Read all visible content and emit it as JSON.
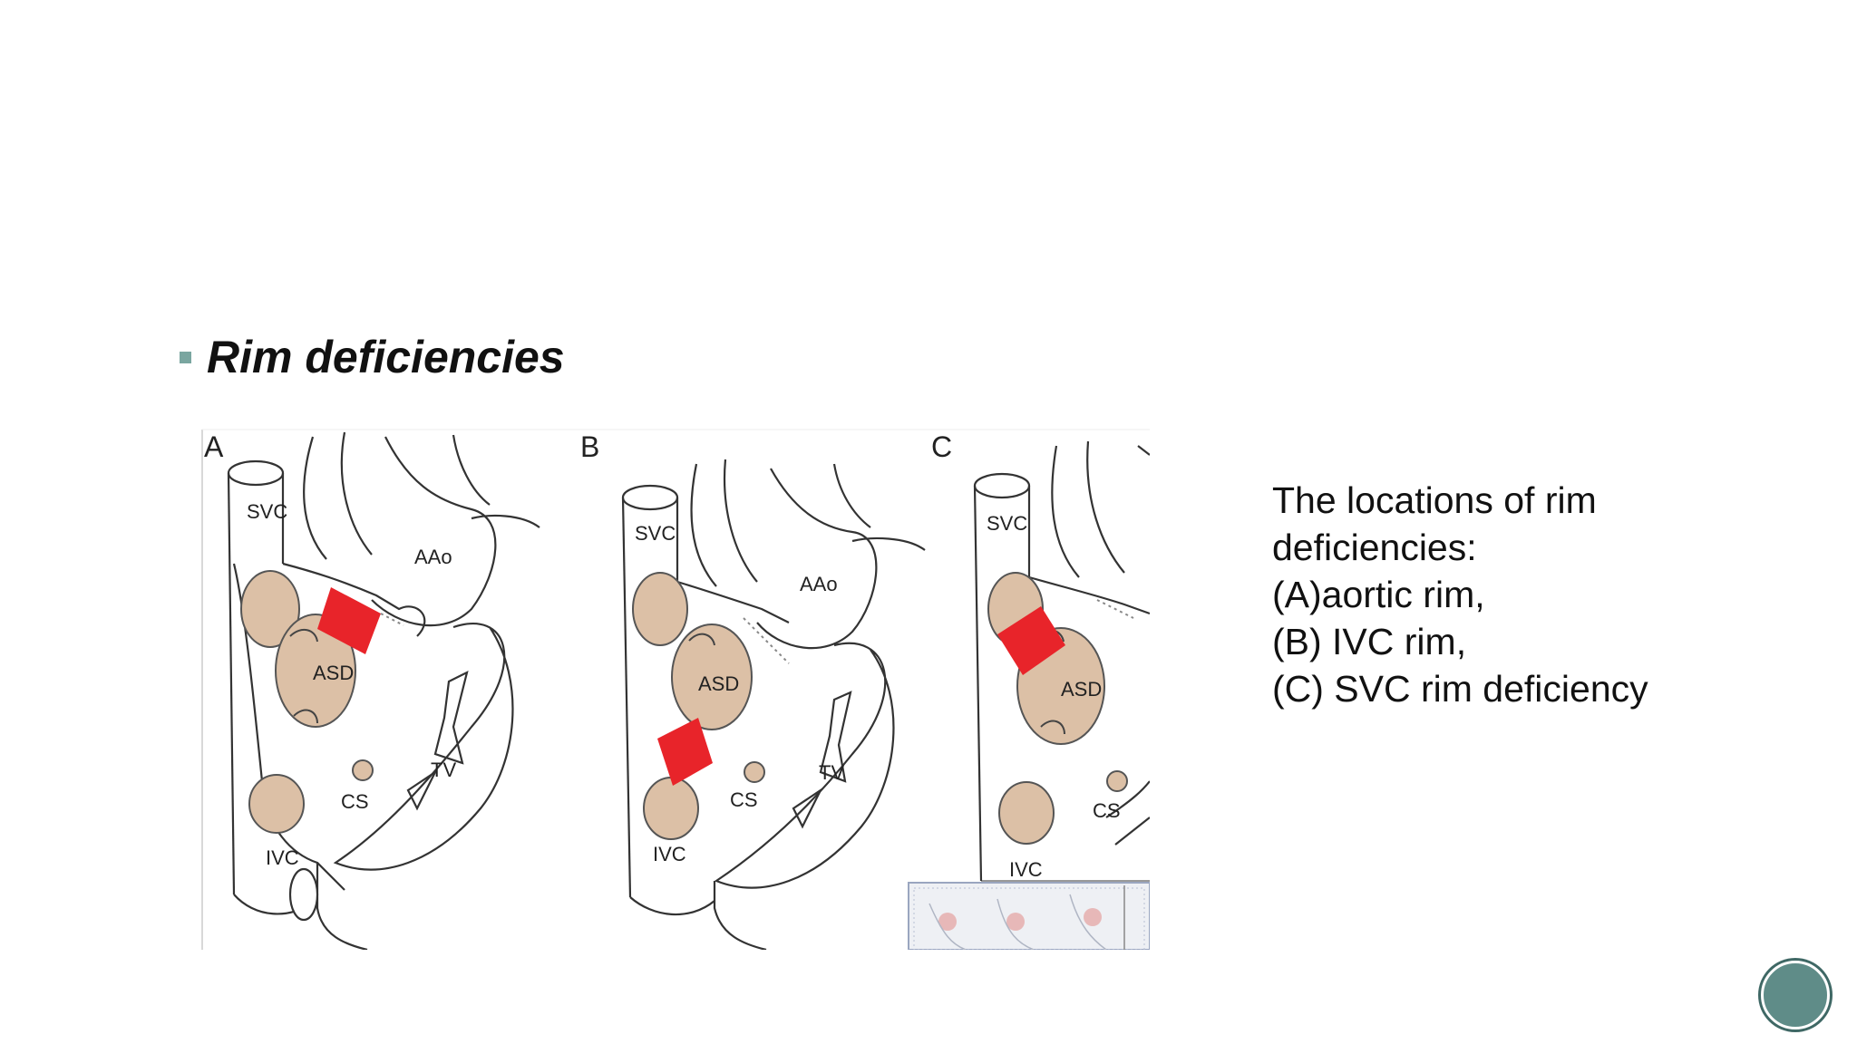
{
  "slide": {
    "bullet_title": "Rim deficiencies",
    "bullet_color": "#7aa6a0"
  },
  "figure": {
    "panels": [
      {
        "letter": "A",
        "labels": {
          "svc": "SVC",
          "aao": "AAo",
          "asd": "ASD",
          "cs": "CS",
          "tv": "TV",
          "ivc": "IVC"
        }
      },
      {
        "letter": "B",
        "labels": {
          "svc": "SVC",
          "aao": "AAo",
          "asd": "ASD",
          "cs": "CS",
          "tv": "TV",
          "ivc": "IVC"
        }
      },
      {
        "letter": "C",
        "labels": {
          "svc": "SVC",
          "asd": "ASD",
          "cs": "CS",
          "ivc": "IVC"
        }
      }
    ],
    "colors": {
      "defect_fill": "#e8242a",
      "tissue_fill": "#dcc0a6",
      "outline": "#333333"
    }
  },
  "caption": {
    "lines": [
      "The locations of rim",
      "deficiencies:",
      "(A)aortic rim,",
      "(B) IVC rim,",
      "(C) SVC rim deficiency"
    ]
  },
  "nav": {
    "accent": "#5f8c88"
  }
}
